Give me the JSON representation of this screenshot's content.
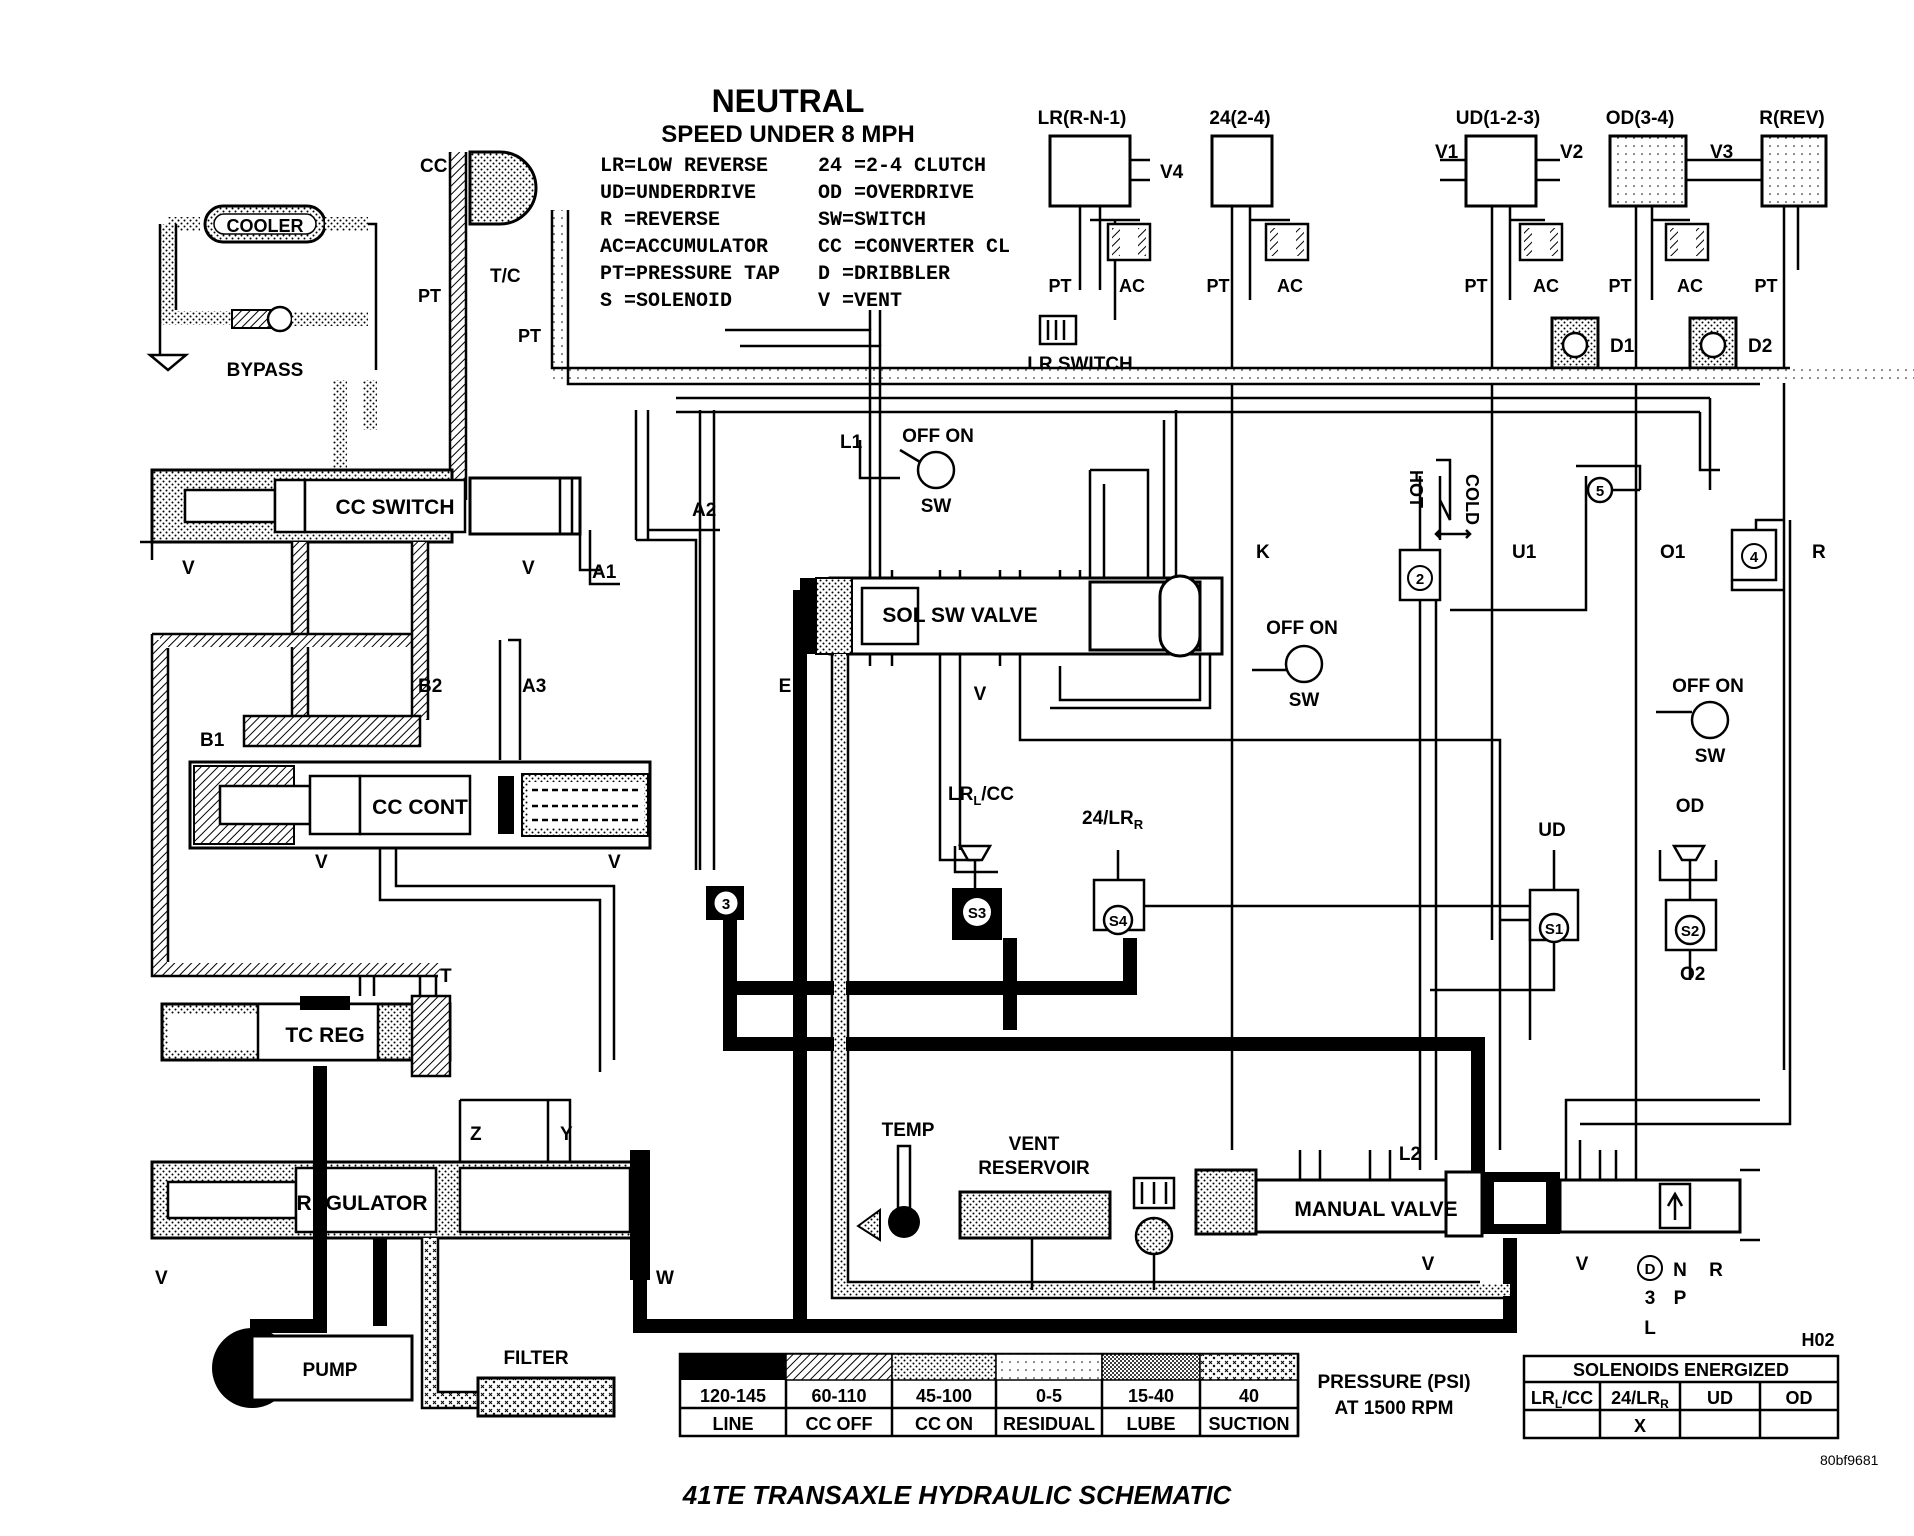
{
  "header": {
    "title": "NEUTRAL",
    "subtitle": "SPEED UNDER 8 MPH"
  },
  "abbreviations": [
    {
      "left": "LR=LOW REVERSE",
      "right": "24 =2-4 CLUTCH"
    },
    {
      "left": "UD=UNDERDRIVE",
      "right": "OD =OVERDRIVE"
    },
    {
      "left": "R =REVERSE",
      "right": "SW=SWITCH"
    },
    {
      "left": "AC=ACCUMULATOR",
      "right": "CC =CONVERTER CL"
    },
    {
      "left": "PT=PRESSURE TAP",
      "right": "D =DRIBBLER"
    },
    {
      "left": "S =SOLENOID",
      "right": "V =VENT"
    }
  ],
  "clutches": {
    "lr": "LR(R-N-1)",
    "c24": "24(2-4)",
    "ud": "UD(1-2-3)",
    "od": "OD(3-4)",
    "rev": "R(REV)"
  },
  "components": {
    "cooler": "COOLER",
    "bypass": "BYPASS",
    "tc": "T/C",
    "cc": "CC",
    "cc_switch": "CC SWITCH",
    "cc_cont": "CC CONT",
    "tc_reg": "TC REG",
    "regulator": "REGULATOR",
    "pump": "PUMP",
    "filter": "FILTER",
    "sol_sw_valve": "SOL SW VALVE",
    "manual_valve": "MANUAL VALVE",
    "lr_switch": "LR SWITCH",
    "temp": "TEMP",
    "vent_reservoir_1": "VENT",
    "vent_reservoir_2": "RESERVOIR",
    "hot": "HOT",
    "cold": "COLD",
    "sol_lrcc": "LR",
    "sol_lrcc_sub": "L",
    "sol_lrcc_suffix": "/CC",
    "sol_24lr": "24/LR",
    "sol_24lr_sub": "R",
    "sol_ud": "UD",
    "sol_od": "OD",
    "off_on": "OFF ON",
    "sw": "SW",
    "s1": "S1",
    "s2": "S2",
    "s3": "S3",
    "s4": "S4",
    "n2": "2",
    "n3": "3",
    "n4": "4",
    "n5": "5"
  },
  "ports": {
    "v": "V",
    "pt": "PT",
    "ac": "AC",
    "v1": "V1",
    "v2": "V2",
    "v3": "V3",
    "v4": "V4",
    "d1": "D1",
    "d2": "D2",
    "l1": "L1",
    "l2": "L2",
    "a1": "A1",
    "a2": "A2",
    "a3": "A3",
    "b1": "B1",
    "b2": "B2",
    "e": "E",
    "k": "K",
    "u1": "U1",
    "o1": "O1",
    "o2": "O2",
    "r": "R",
    "t": "T",
    "w": "W",
    "y": "Y",
    "z": "Z"
  },
  "gear_positions": {
    "d": "D",
    "n": "N",
    "r": "R",
    "three": "3",
    "p": "P",
    "l": "L"
  },
  "pressure_legend": {
    "values": [
      "120-145",
      "60-110",
      "45-100",
      "0-5",
      "15-40",
      "40"
    ],
    "names": [
      "LINE",
      "CC OFF",
      "CC ON",
      "RESIDUAL",
      "LUBE",
      "SUCTION"
    ],
    "caption_1": "PRESSURE (PSI)",
    "caption_2": "AT 1500 RPM"
  },
  "solenoid_table": {
    "code": "H02",
    "title": "SOLENOIDS ENERGIZED",
    "headers": [
      "LR",
      "24/LR",
      "UD",
      "OD"
    ],
    "header_subs": [
      "L",
      "R"
    ],
    "header_suffix": "/CC",
    "marks": [
      "",
      "X",
      "",
      ""
    ]
  },
  "figure_id": "80bf9681",
  "caption": "41TE TRANSAXLE HYDRAULIC SCHEMATIC"
}
